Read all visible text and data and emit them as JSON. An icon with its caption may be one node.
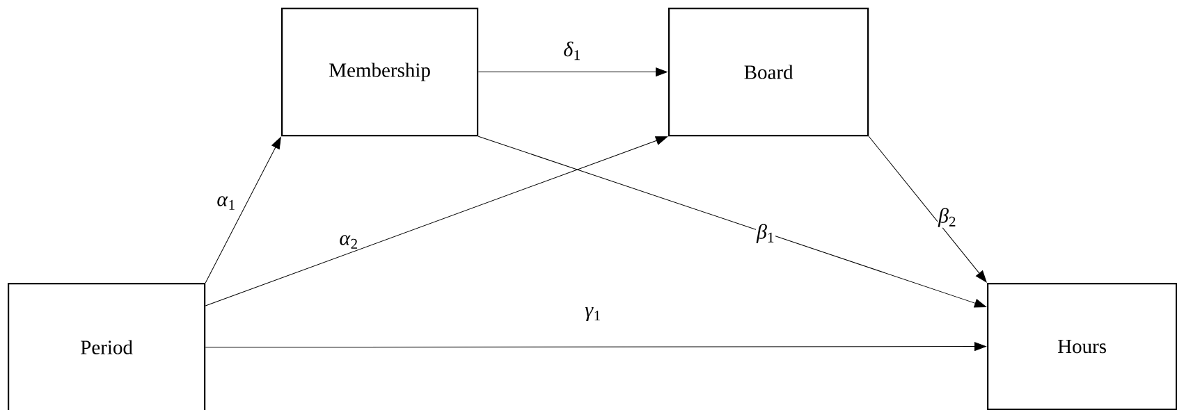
{
  "diagram": {
    "nodes": [
      {
        "text": [
          "Membership"
        ]
      },
      {
        "text": [
          "Board"
        ]
      },
      {
        "text": [
          "Period"
        ]
      },
      {
        "text": [
          "Hours"
        ]
      }
    ],
    "edges": [
      {
        "from": 2,
        "to": 0,
        "arrow": "to",
        "label": "*α*$_{1}$"
      },
      {
        "from": 2,
        "to": 1,
        "arrow": "to",
        "label": "*α*$_{2}$"
      },
      {
        "from": 0,
        "to": 1,
        "arrow": "to",
        "label": "*δ*$_{1}$"
      },
      {
        "from": 0,
        "to": 3,
        "arrow": "to",
        "label": "*β*$_{1}$"
      },
      {
        "from": 1,
        "to": 3,
        "arrow": "to",
        "label": "*β*$_{2}$"
      },
      {
        "from": 2,
        "to": 3,
        "arrow": "to",
        "label": "*γ*$_{1}$"
      }
    ]
  }
}
